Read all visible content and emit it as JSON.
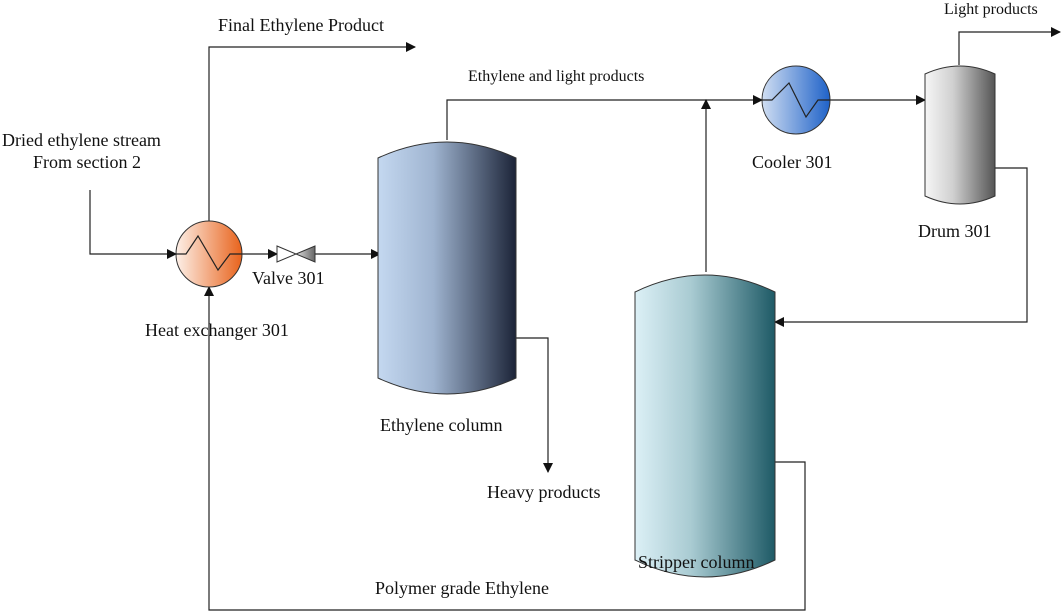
{
  "labels": {
    "final_product": "Final Ethylene Product",
    "ethylene_light": "Ethylene and light products",
    "light_products": "Light products",
    "cooler": "Cooler 301",
    "drum": "Drum 301",
    "feed_line1": "Dried ethylene stream",
    "feed_line2": "From section 2",
    "valve": "Valve 301",
    "heat_exchanger": "Heat exchanger 301",
    "ethylene_column": "Ethylene column",
    "heavy_products": "Heavy products",
    "stripper_column": "Stripper column",
    "polymer_grade": "Polymer grade Ethylene"
  },
  "colors": {
    "heat_exchanger": "#e8631c",
    "cooler": "#1f62c8",
    "ethylene_column": "#1c2438",
    "stripper_column": "#1e5a66",
    "drum": "#555555"
  }
}
